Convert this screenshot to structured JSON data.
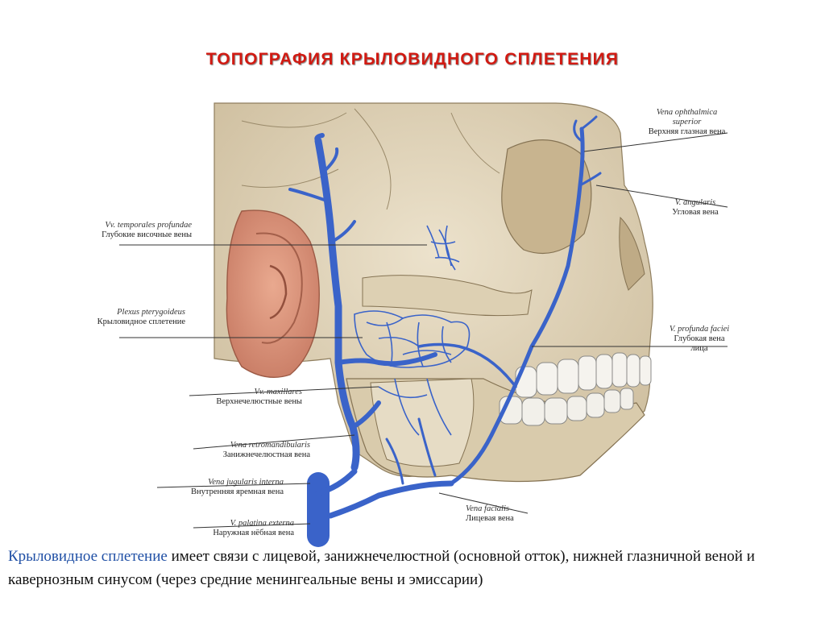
{
  "title": "ТОПОГРАФИЯ КРЫЛОВИДНОГО СПЛЕТЕНИЯ",
  "labels": {
    "temporales": {
      "latin": "Vv. temporales profundae",
      "russian": "Глубокие височные вены"
    },
    "plexus": {
      "latin": "Plexus pterygoideus",
      "russian": "Крыловидное сплетение"
    },
    "maxillares": {
      "latin": "Vv. maxillares",
      "russian": "Верхнечелюстные вены"
    },
    "retromandibularis": {
      "latin": "Vena retromandibularis",
      "russian": "Занижнечелюстная вена"
    },
    "jugularis": {
      "latin": "Vena jugularis interna",
      "russian": "Внутренняя яремная вена"
    },
    "palatina": {
      "latin": "V. palatina externa",
      "russian": "Наружная нёбная вена"
    },
    "ophthalmica": {
      "latin": "Vena ophthalmica superior",
      "russian": "Верхняя глазная вена"
    },
    "angularis": {
      "latin": "V. angularis",
      "russian": "Угловая вена"
    },
    "profunda": {
      "latin": "V. profunda faciei",
      "russian": "Глубокая вена лица"
    },
    "facialis": {
      "latin": "Vena facialis",
      "russian": "Лицевая вена"
    }
  },
  "caption": {
    "highlight": "Крыловидное сплетение",
    "rest": " имеет связи с лицевой, занижнечелюстной (основной отток), нижней глазничной веной и кавернозным синусом (через средние менингеальные вены и эмиссарии)"
  },
  "colors": {
    "title": "#d11a12",
    "vein": "#3a63c9",
    "bone": "#e4d7bd",
    "highlight": "#1f4fa5"
  }
}
